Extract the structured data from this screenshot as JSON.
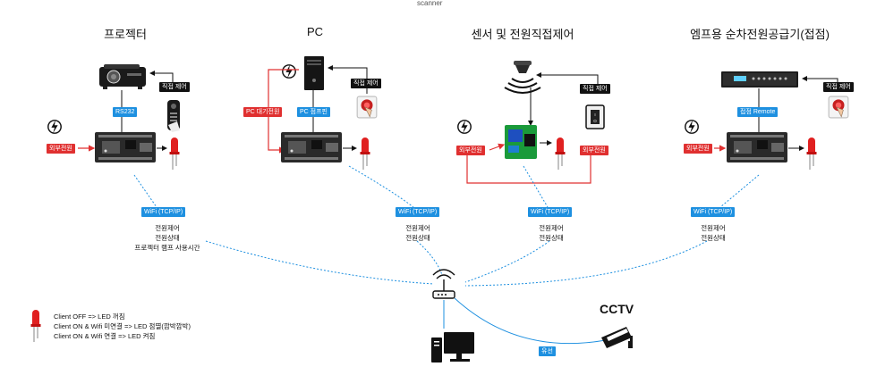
{
  "header_note": "scanner",
  "sections": [
    {
      "title": "프로젝터",
      "device_link": "RS232",
      "direct_control": "직접 제어",
      "power_in": "외부전원",
      "wifi": "WiFi (TCP/IP)",
      "info_lines": [
        "전원제어",
        "전원상태",
        "프로젝터 램프 사용시간"
      ]
    },
    {
      "title": "PC",
      "standby_power": "PC 대기전원",
      "device_link": "PC 점프핀",
      "direct_control": "직접 제어",
      "wifi": "WiFi (TCP/IP)",
      "info_lines": [
        "전원제어",
        "전원상태"
      ]
    },
    {
      "title": "센서 및 전원직접제어",
      "direct_control": "직접 제어",
      "power_in": "외부전원",
      "power_in_right": "외부전원",
      "wifi": "WiFi (TCP/IP)",
      "info_lines": [
        "전원제어",
        "전원상태"
      ]
    },
    {
      "title": "엠프용 순차전원공급기(접점)",
      "device_link": "접점 Remote",
      "direct_control": "직접 제어",
      "power_in": "외부전원",
      "wifi": "WiFi (TCP/IP)",
      "info_lines": [
        "전원제어",
        "전원상태"
      ]
    }
  ],
  "wired_label": "유선",
  "cctv_label": "CCTV",
  "legend": [
    "Client OFF => LED 꺼짐",
    "Client ON & Wifi 미연결  =>  LED 점멸(깜박깜박)",
    "Client ON & Wifi 연결 =>  LED 켜짐"
  ],
  "colors": {
    "accent_blue": "#1e90e0",
    "accent_red": "#e03030",
    "led_red": "#e02020",
    "board": "#222222"
  },
  "icons": [
    "power-bolt-icon",
    "projector-icon",
    "remote-icon",
    "pc-tower-icon",
    "push-button-icon",
    "sensor-icon",
    "wall-switch-icon",
    "relay-module-icon",
    "rack-amplifier-icon",
    "led-icon",
    "router-icon",
    "monitor-icon",
    "cctv-camera-icon"
  ]
}
